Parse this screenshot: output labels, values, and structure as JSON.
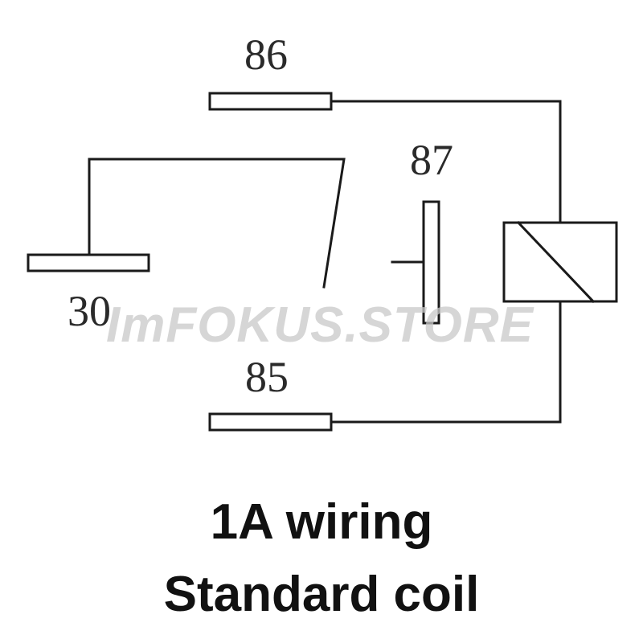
{
  "pins": {
    "p86": "86",
    "p87": "87",
    "p30": "30",
    "p85": "85"
  },
  "watermark": "ImFOKUS.STORE",
  "caption": {
    "line1": "1A wiring",
    "line2": "Standard coil"
  }
}
